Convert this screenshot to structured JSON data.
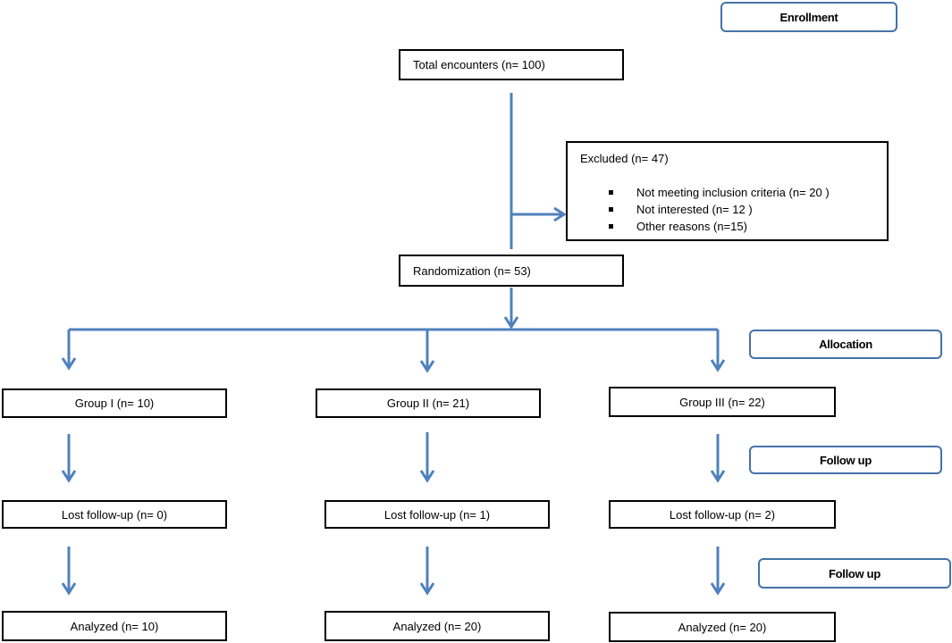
{
  "stages": {
    "enrollment": "Enrollment",
    "allocation": "Allocation",
    "follow_up_1": "Follow up",
    "follow_up_2": "Follow up"
  },
  "total": "Total encounters (n= 100)",
  "excluded": {
    "title": "Excluded (n= 47)",
    "reasons": [
      "Not meeting inclusion criteria (n= 20 )",
      "Not interested (n= 12 )",
      "Other reasons (n=15)"
    ]
  },
  "randomization": "Randomization (n= 53)",
  "groups": [
    {
      "label": "Group I (n= 10)",
      "lost": "Lost follow-up (n= 0)",
      "analyzed": "Analyzed (n= 10)"
    },
    {
      "label": "Group II (n= 21)",
      "lost": "Lost follow-up (n= 1)",
      "analyzed": "Analyzed (n= 20)"
    },
    {
      "label": "Group III (n= 22)",
      "lost": "Lost follow-up (n= 2)",
      "analyzed": "Analyzed (n= 20)"
    }
  ],
  "colors": {
    "connector": "#4f81bd",
    "stage_border": "#4472a8",
    "box_border": "#000000"
  }
}
